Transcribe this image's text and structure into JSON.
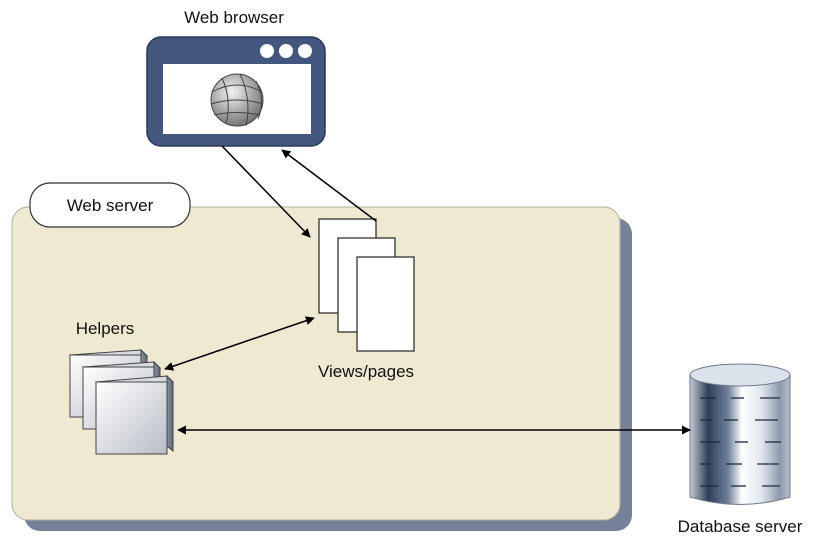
{
  "labels": {
    "web_browser": "Web browser",
    "web_server": "Web server",
    "helpers": "Helpers",
    "views_pages": "Views/pages",
    "database_server": "Database server"
  },
  "icons": {
    "browser": "browser-window-icon",
    "globe": "globe-icon",
    "helpers": "helper-blocks-icon",
    "pages": "page-stack-icon",
    "database": "database-cylinder-icon"
  },
  "colors": {
    "server_fill": "#efe9d1",
    "server_shadow": "#77829a",
    "browser_frame": "#42567e",
    "arrow": "#000000"
  }
}
